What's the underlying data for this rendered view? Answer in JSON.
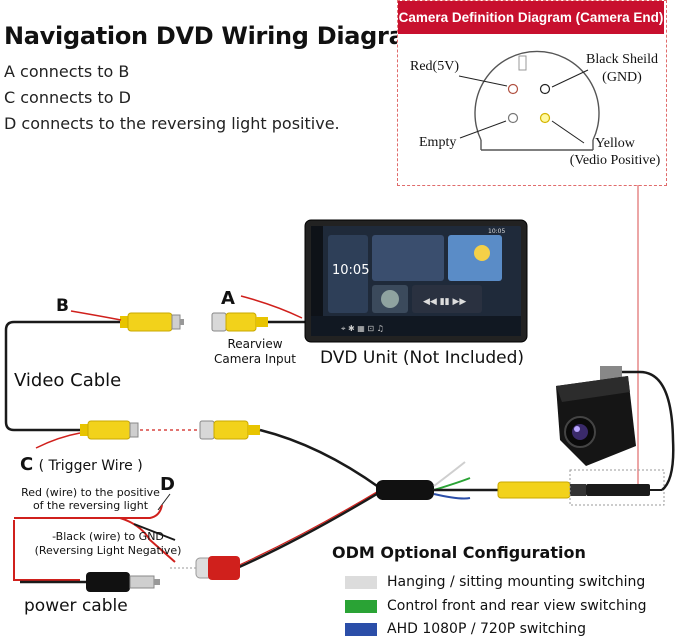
{
  "header": {
    "title": "Navigation DVD Wiring Diagram",
    "connections": [
      "A connects to B",
      "C connects to D",
      "D connects to the reversing light positive."
    ]
  },
  "camera_definition": {
    "title": "Camera Definition Diagram (Camera End)",
    "pins": {
      "red": "Red(5V)",
      "black_line1": "Black Sheild",
      "black_line2": "(GND)",
      "empty": "Empty",
      "yellow_line1": "Yellow",
      "yellow_line2": "(Vedio Positive)"
    }
  },
  "labels": {
    "a": "A",
    "b": "B",
    "c": "C",
    "c_suffix": "( Trigger Wire )",
    "d": "D",
    "rearview_line1": "Rearview",
    "rearview_line2": "Camera Input",
    "dvd_unit": "DVD Unit (Not Included)",
    "video_cable": "Video Cable",
    "red_wire_line1": "Red (wire) to the positive",
    "red_wire_line2": "of the reversing light",
    "black_wire_line1": "-Black (wire) to GND",
    "black_wire_line2": "(Reversing Light Negative)",
    "power_cable": "power cable"
  },
  "screen": {
    "time": "10:05",
    "status_time": "10:05"
  },
  "optional_config": {
    "title": "ODM Optional Configuration",
    "items": [
      {
        "label": "Hanging / sitting mounting switching",
        "color": "#dcdcdc"
      },
      {
        "label": "Control front and rear view switching",
        "color": "#2aa335"
      },
      {
        "label": "AHD 1080P / 720P switching",
        "color": "#2b4ea8"
      }
    ]
  },
  "colors": {
    "yellow_connector": "#f2d21b",
    "red_wire": "#d0201c",
    "cable": "#1a1a1a",
    "legend_red": "#c8102e"
  }
}
